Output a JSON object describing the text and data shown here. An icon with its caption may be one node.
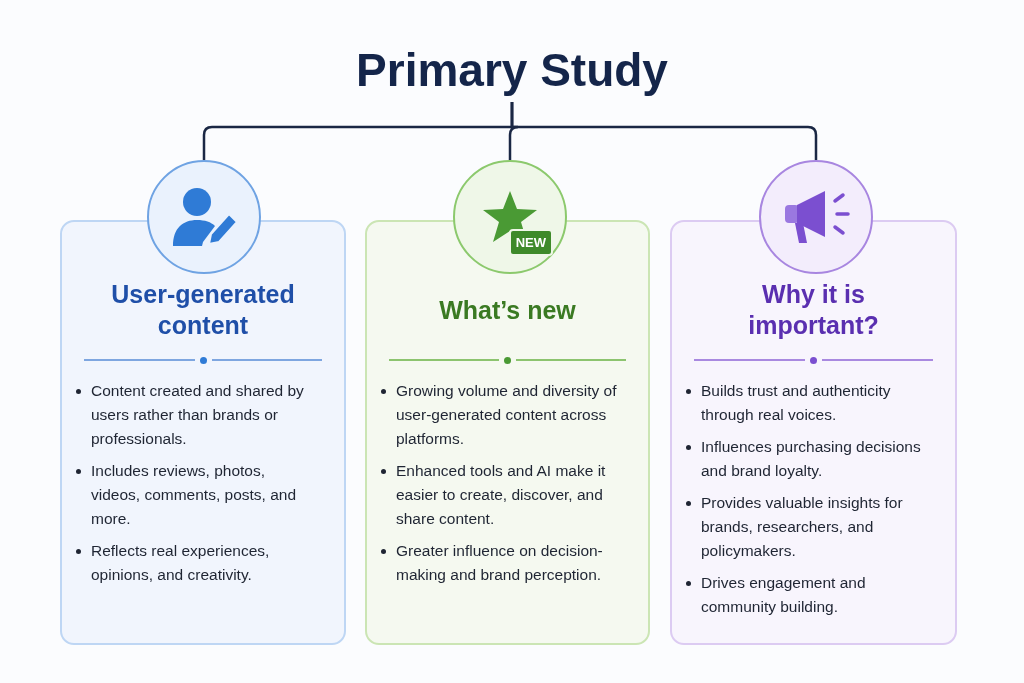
{
  "diagram": {
    "nodes": [
      {
        "text": [
          "Primary Study"
        ]
      },
      {
        "text": [],
        "shape": "circle"
      },
      {
        "text": [
          "NEW"
        ]
      },
      {
        "text": [],
        "shape": "circle"
      },
      {
        "text": [
          "User-generated content",
          "Content created and shared by users rather than brands or professionals.",
          "Includes reviews, photos, videos, comments, posts, and more.",
          "Reflects real experiences, opinions, and creativity."
        ]
      },
      {
        "text": [
          "What’s new",
          "Growing volume and diversity of user-generated content across platforms.",
          "Enhanced tools and AI make it easier to create, discover, and share content.",
          "Greater influence on decision-making and brand perception."
        ]
      },
      {
        "text": [
          "Why it is important?",
          "Builds trust and authenticity through real voices.",
          "Influences purchasing decisions and brand loyalty.",
          "Provides valuable insights for brands, researchers, and policymakers.",
          "Drives engagement and community building."
        ]
      }
    ],
    "edges": [
      {
        "from": 0,
        "to": 1,
        "arrow": "none"
      },
      {
        "from": 0,
        "to": 2,
        "arrow": "none"
      },
      {
        "from": 0,
        "to": 3,
        "arrow": "none"
      }
    ]
  }
}
